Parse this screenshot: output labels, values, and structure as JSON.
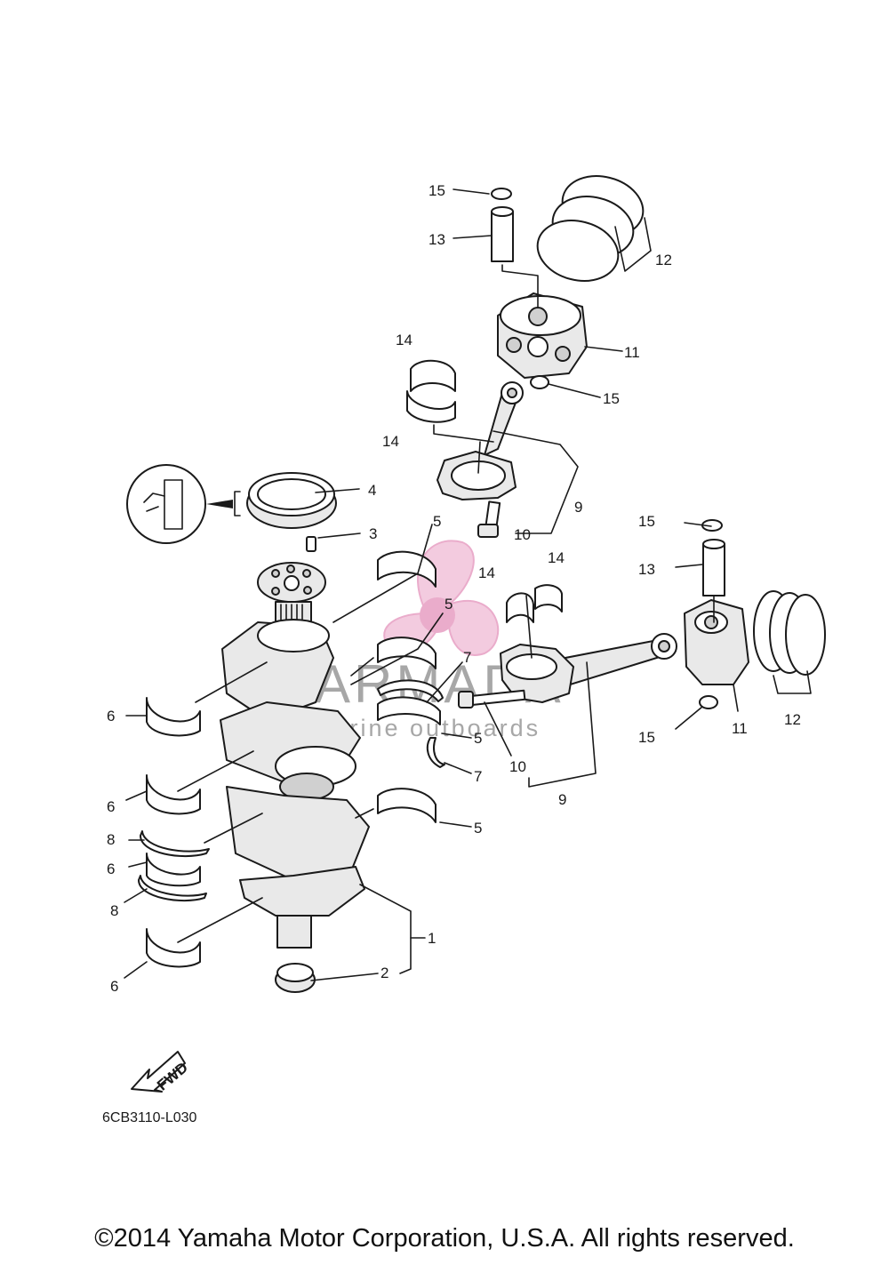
{
  "diagram": {
    "drawing_code": "6CB3110-L030",
    "fwd_label": "FWD",
    "callouts": [
      "1",
      "2",
      "3",
      "4",
      "5",
      "6",
      "7",
      "8",
      "9",
      "10",
      "11",
      "12",
      "13",
      "14",
      "15"
    ]
  },
  "watermark": {
    "brand": "ARMADA",
    "tagline": "marine outboards",
    "logo_color": "#e79ec3"
  },
  "footer": {
    "copyright": "©2014 Yamaha Motor Corporation, U.S.A. All rights reserved."
  }
}
